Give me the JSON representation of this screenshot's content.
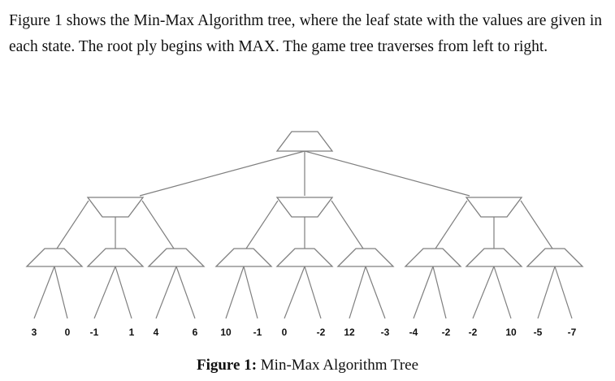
{
  "paragraph": "Figure 1 shows the Min-Max Algorithm tree, where the leaf state with the values are given in each state. The root ply begins with MAX. The game tree traverses from left to right.",
  "caption": {
    "label": "Figure 1:",
    "text": " Min-Max Algorithm Tree"
  },
  "leaves": [
    "3",
    "0",
    "-1",
    "1",
    "4",
    "6",
    "10",
    "-1",
    "0",
    "-2",
    "12",
    "-3",
    "-4",
    "-2",
    "-2",
    "10",
    "-5",
    "-7"
  ],
  "colors": {
    "line": "#7f7f7f",
    "text": "#111111"
  }
}
